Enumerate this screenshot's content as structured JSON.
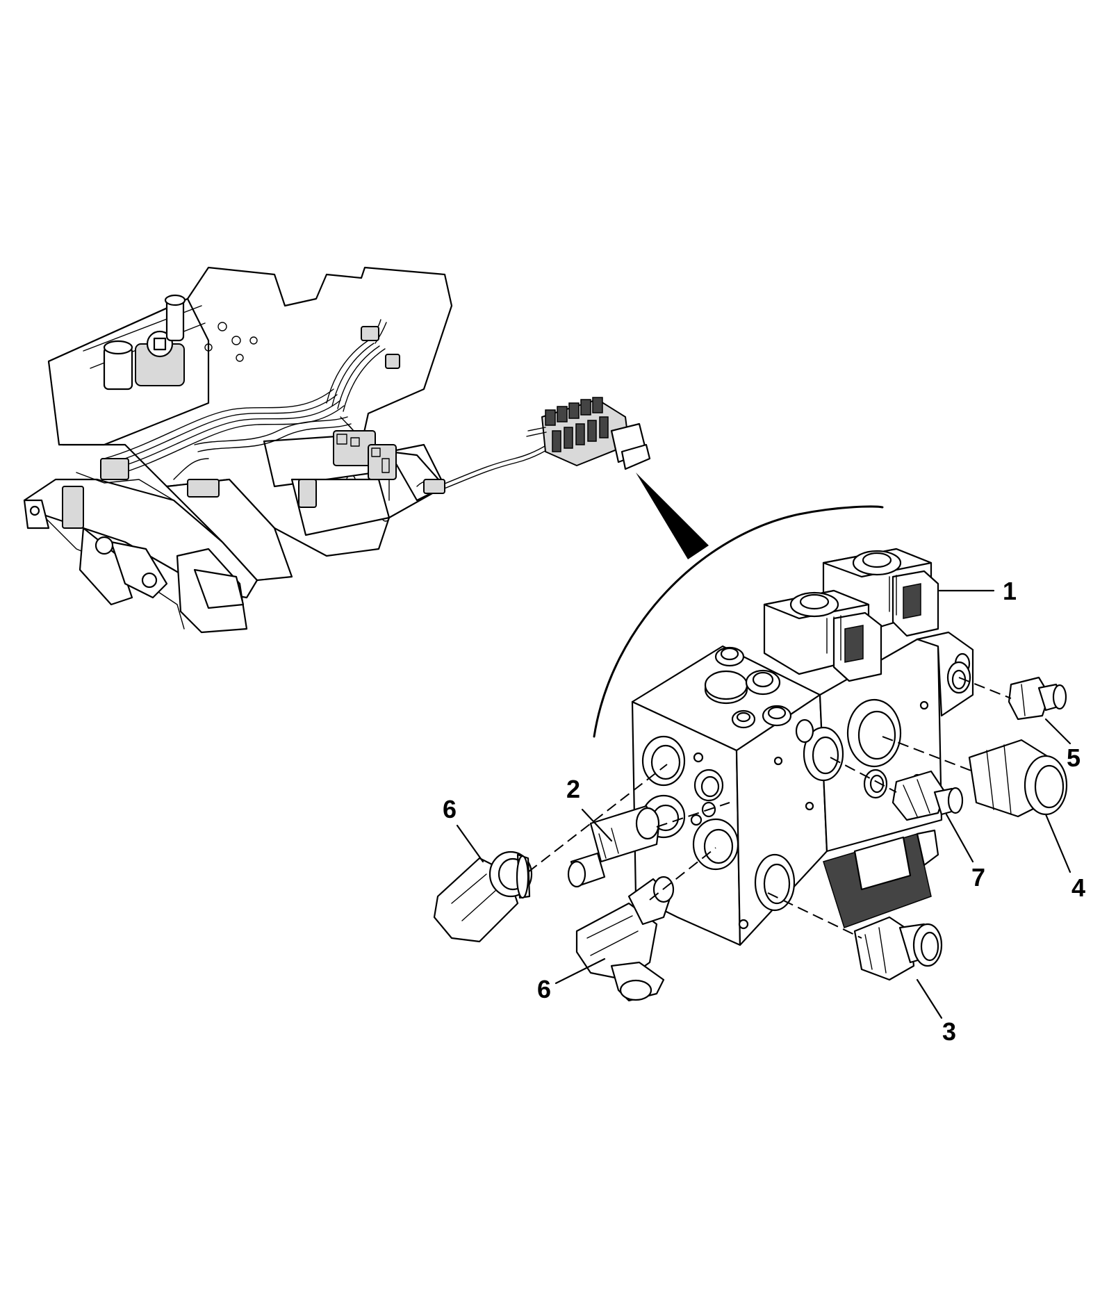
{
  "callouts": [
    {
      "id": "c1",
      "label": "1"
    },
    {
      "id": "c2",
      "label": "2"
    },
    {
      "id": "c3",
      "label": "3"
    },
    {
      "id": "c4",
      "label": "4"
    },
    {
      "id": "c5",
      "label": "5"
    },
    {
      "id": "c6a",
      "label": "6"
    },
    {
      "id": "c6b",
      "label": "6"
    },
    {
      "id": "c7",
      "label": "7"
    }
  ]
}
